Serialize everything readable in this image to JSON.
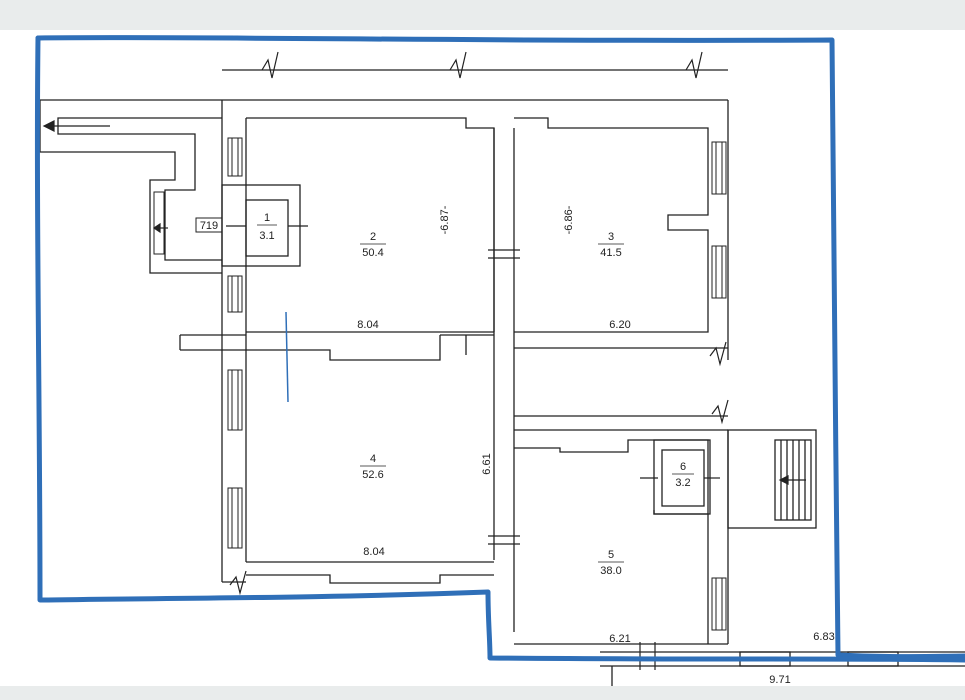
{
  "colors": {
    "wall": "#222222",
    "boundary": "#2f6fb8",
    "paper": "#ffffff",
    "viewer_bg": "#e9ecec"
  },
  "side_label": "719",
  "rooms": [
    {
      "number": "1",
      "area": "3.1"
    },
    {
      "number": "2",
      "area": "50.4"
    },
    {
      "number": "3",
      "area": "41.5"
    },
    {
      "number": "4",
      "area": "52.6"
    },
    {
      "number": "5",
      "area": "38.0"
    },
    {
      "number": "6",
      "area": "3.2"
    }
  ],
  "dimensions": {
    "room2_width": "8.04",
    "room3_width": "6.20",
    "room2_height": "-6.87-",
    "room3_height": "-6.86-",
    "room4_height": "6.61",
    "room4_width": "8.04",
    "room5_width": "6.21",
    "right_width": "6.83",
    "bottom_width": "9.71"
  }
}
